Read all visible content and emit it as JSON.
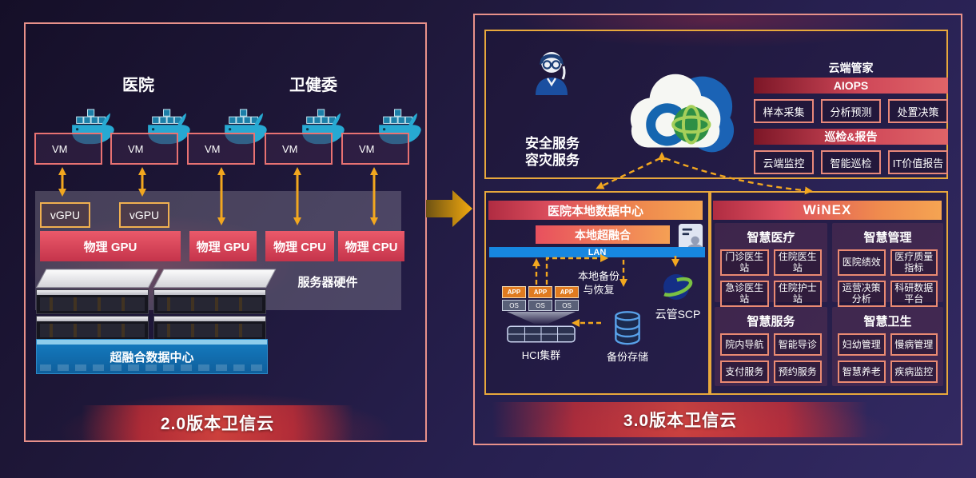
{
  "colors": {
    "background": "#231b45",
    "panel_border_salmon": "#e8918a",
    "inner_border_gold": "#e8a83c",
    "arrow_gold": "#f2a71f",
    "header_gradient_left": "#b02c42",
    "header_gradient_right": "#f5a452",
    "physical_box_red": "#d94757",
    "lan_blue": "#1787e0",
    "docker_teal": "#27a9d2",
    "server_band_blue": "#1478bc"
  },
  "icons": {
    "vm": "docker-whale-icon",
    "operator": "support-person-icon",
    "cloud": "sangfor-cloud-icon",
    "id_card": "id-card-icon",
    "hci": "server-rack-icon",
    "storage": "database-icon",
    "scp": "scp-swirl-icon",
    "transition": "right-arrow"
  },
  "left_panel": {
    "title": "2.0版本卫信云",
    "label_hospital": "医院",
    "label_commission": "卫健委",
    "vm_label": "VM",
    "vgpu_label": "vGPU",
    "hw_boxes": [
      "物理 GPU",
      "物理 GPU",
      "物理 CPU",
      "物理 CPU"
    ],
    "server_hw_label": "服务器硬件",
    "hci_dc_label": "超融合数据中心"
  },
  "right_panel": {
    "title": "3.0版本卫信云",
    "cloud_section": {
      "service_line1": "安全服务",
      "service_line2": "容灾服务",
      "expert_title": "云端管家",
      "aiops_header": "AIOPS",
      "aiops_items": [
        "样本采集",
        "分析预测",
        "处置决策"
      ],
      "report_header": "巡检&报告",
      "report_items": [
        "云端监控",
        "智能巡检",
        "IT价值报告"
      ]
    },
    "local_dc": {
      "header": "医院本地数据中心",
      "hci_bar": "本地超融合",
      "lan": "LAN",
      "app": "APP",
      "os": "OS",
      "backup_flow": "本地备份\n与恢复",
      "hci_cluster": "HCI集群",
      "backup_storage": "备份存储",
      "scp": "云管SCP"
    },
    "winex": {
      "header": "WiNEX",
      "cards": [
        {
          "title": "智慧医疗",
          "items": [
            "门诊医生站",
            "住院医生站",
            "急诊医生站",
            "住院护士站"
          ]
        },
        {
          "title": "智慧管理",
          "items": [
            "医院绩效",
            "医疗质量\n指标",
            "运营决策\n分析",
            "科研数据\n平台"
          ]
        },
        {
          "title": "智慧服务",
          "items": [
            "院内导航",
            "智能导诊",
            "支付服务",
            "预约服务"
          ]
        },
        {
          "title": "智慧卫生",
          "items": [
            "妇幼管理",
            "慢病管理",
            "智慧养老",
            "疾病监控"
          ]
        }
      ]
    }
  }
}
